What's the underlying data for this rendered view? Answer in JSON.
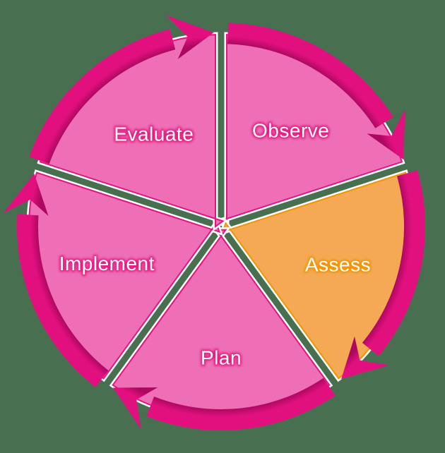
{
  "page": {
    "background_color": "#487050",
    "description": "Five-segment circular cycle diagram with clockwise arrow ring"
  },
  "chart_data": {
    "type": "cycle-diagram",
    "title": "",
    "direction": "clockwise",
    "start_position": "top",
    "segment_sweep_deg": 72,
    "arrow_color": "#e2107f",
    "arrow_shadow_color": "#ad0861",
    "label_color": "#ffffff",
    "gap_color": "#487050",
    "outline_color": "#ffffff",
    "background_color": "#487050",
    "cycle_order": [
      "Observe",
      "Assess",
      "Plan",
      "Implement",
      "Evaluate"
    ],
    "segments": [
      {
        "label": "Observe",
        "position": "upper-right",
        "fill": "#ee6fb5",
        "border": "#e4147f",
        "label_glow": "#e4147f",
        "highlighted": false
      },
      {
        "label": "Assess",
        "position": "right",
        "fill": "#f5a955",
        "border": "#f29300",
        "label_glow": "#f29300",
        "highlighted": true
      },
      {
        "label": "Plan",
        "position": "bottom",
        "fill": "#ee6fb5",
        "border": "#e4147f",
        "label_glow": "#e4147f",
        "highlighted": false
      },
      {
        "label": "Implement",
        "position": "left",
        "fill": "#ee6fb5",
        "border": "#e4147f",
        "label_glow": "#e4147f",
        "highlighted": false
      },
      {
        "label": "Evaluate",
        "position": "upper-left",
        "fill": "#ee6fb5",
        "border": "#e4147f",
        "label_glow": "#e4147f",
        "highlighted": false
      }
    ]
  }
}
